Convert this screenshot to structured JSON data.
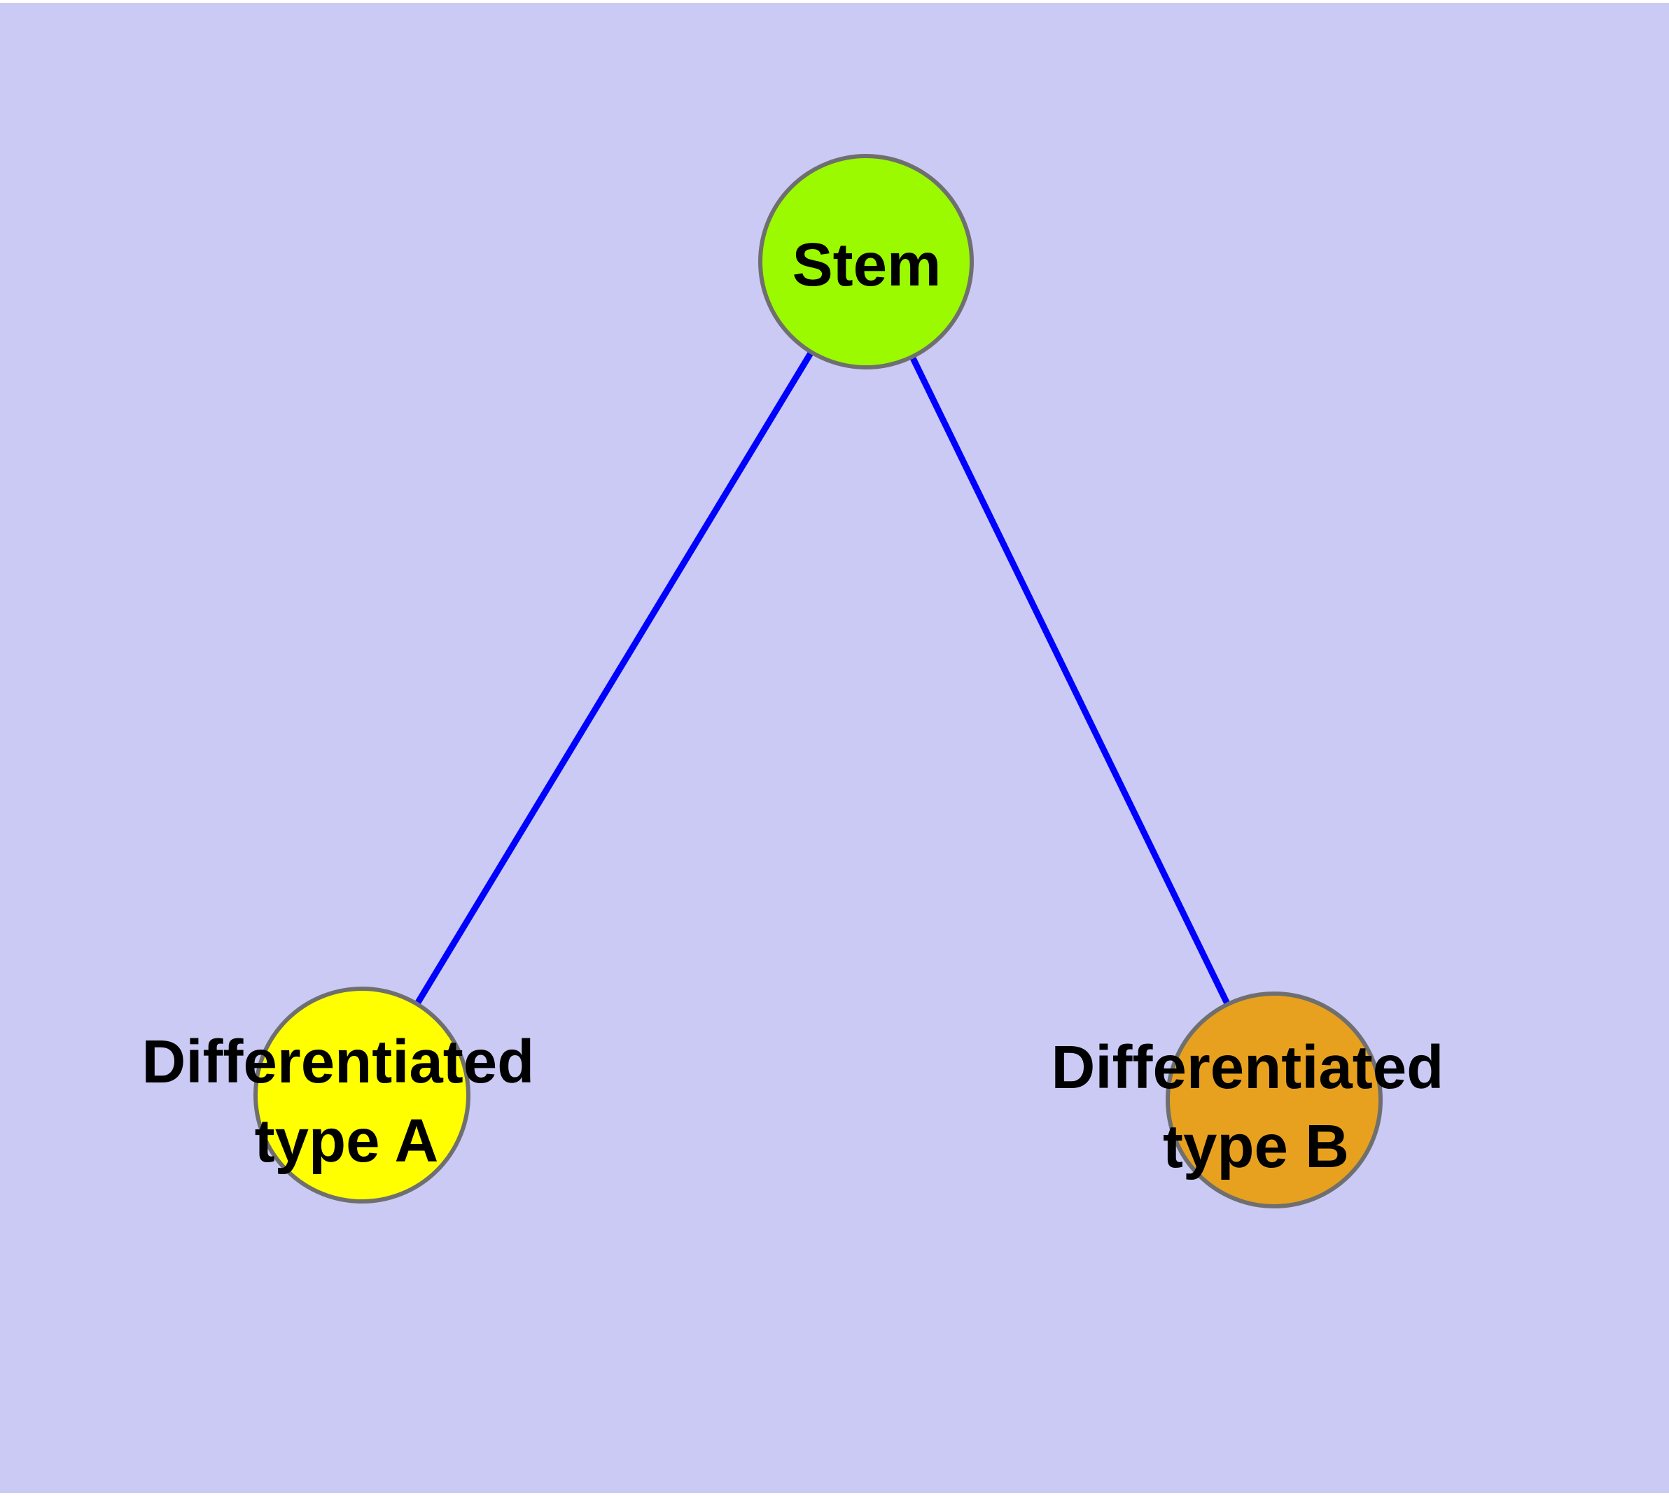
{
  "diagram": {
    "type": "graph",
    "background_color": "#CACAF5",
    "page_edge_color": "#FFFFFF",
    "edge_color": "#0000FF",
    "node_border_color": "#6F6F6F",
    "label_color": "#000000",
    "nodes": [
      {
        "id": "stem",
        "label": "Stem",
        "fill": "#9BFA00"
      },
      {
        "id": "differentiated-type-a",
        "label_line1": "Differentiated",
        "label_line2": "type A",
        "fill": "#FFFF00"
      },
      {
        "id": "differentiated-type-b",
        "label_line1": "Differentiated",
        "label_line2": "type B",
        "fill": "#E8A11F"
      }
    ],
    "edges": [
      {
        "from": "Stem",
        "to": "Differentiated type A"
      },
      {
        "from": "Stem",
        "to": "Differentiated type B"
      }
    ]
  }
}
